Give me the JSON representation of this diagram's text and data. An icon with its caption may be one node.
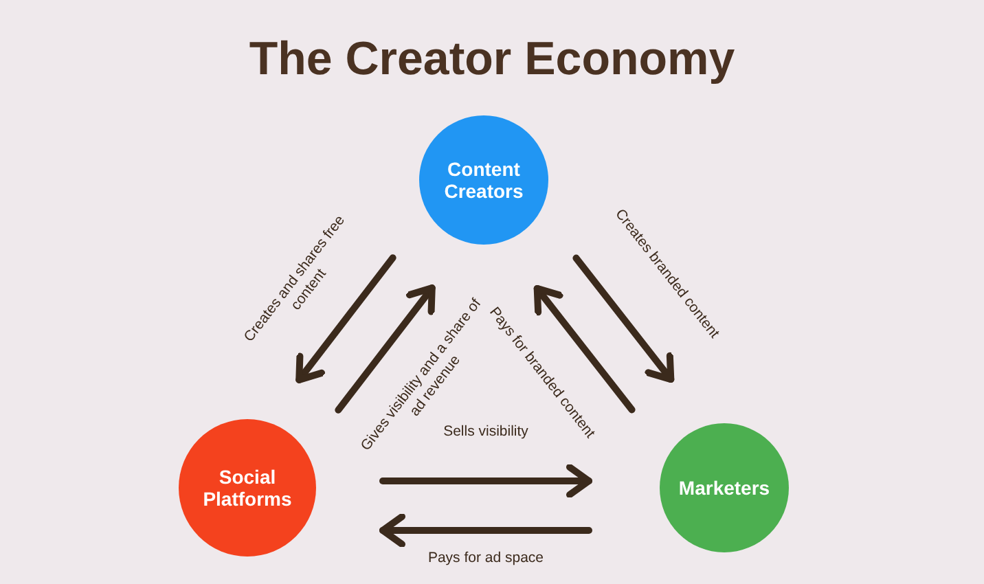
{
  "diagram": {
    "title": "The Creator Economy",
    "nodes": [
      {
        "text": [
          "Content Creators"
        ]
      },
      {
        "text": [
          "Social Platforms"
        ]
      },
      {
        "text": [
          "Marketers"
        ]
      }
    ],
    "edges": [
      {
        "from": 0,
        "to": 1,
        "arrow": "to",
        "label": "Creates and shares free content"
      },
      {
        "from": 1,
        "to": 0,
        "arrow": "to",
        "label": "Gives visibility and a share of ad revenue"
      },
      {
        "from": 0,
        "to": 2,
        "arrow": "to",
        "label": "Creates branded content"
      },
      {
        "from": 2,
        "to": 0,
        "arrow": "to",
        "label": "Pays for branded content"
      },
      {
        "from": 1,
        "to": 2,
        "arrow": "to",
        "label": "Sells visibility"
      },
      {
        "from": 2,
        "to": 1,
        "arrow": "to",
        "label": "Pays for ad space"
      }
    ]
  }
}
